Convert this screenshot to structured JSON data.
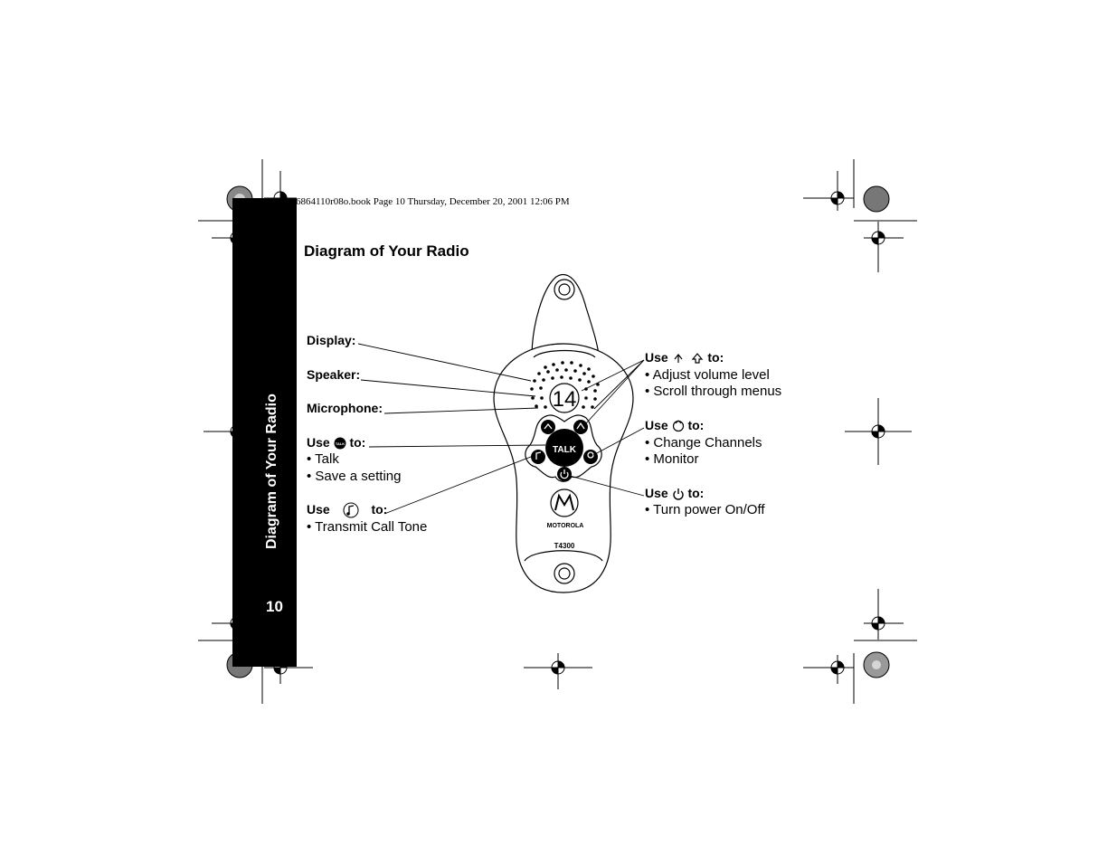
{
  "print_header": "6864110r08o.book  Page 10  Thursday, December 20, 2001  12:06 PM",
  "sidebar": {
    "section_title": "Diagram of Your Radio",
    "page_number": "10"
  },
  "title": "Diagram of Your Radio",
  "left_callouts": {
    "display": "Display:",
    "speaker": "Speaker:",
    "microphone": "Microphone:",
    "talk_use": "Use",
    "talk_to": "to:",
    "talk_bullets": [
      "• Talk",
      "• Save a setting"
    ],
    "call_use": "Use",
    "call_to": "to:",
    "call_bullets": [
      "• Transmit Call Tone"
    ]
  },
  "right_callouts": {
    "vol_use": "Use",
    "vol_to": "to:",
    "vol_bullets": [
      "• Adjust volume level",
      "• Scroll through menus"
    ],
    "chan_use": "Use",
    "chan_to": "to:",
    "chan_bullets": [
      "• Change Channels",
      "• Monitor"
    ],
    "power_use": "Use",
    "power_to": "to:",
    "power_bullets": [
      "• Turn power On/Off"
    ]
  },
  "radio": {
    "display_value": "14",
    "talk_button": "TALK",
    "brand": "MOTOROLA",
    "model": "T4300",
    "talk_icon_text": "TALK"
  }
}
